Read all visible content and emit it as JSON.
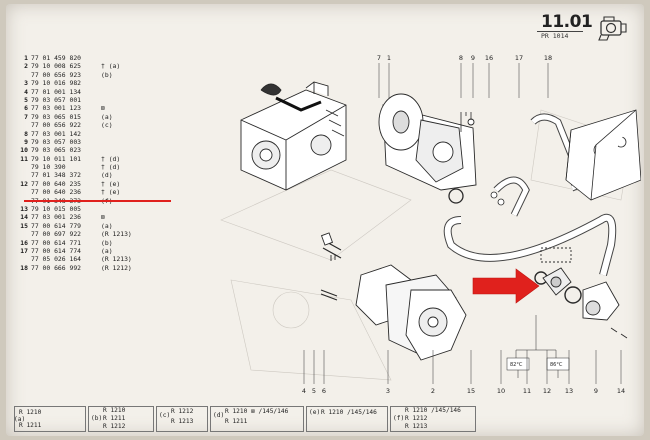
{
  "header": {
    "page_number": "11.01",
    "subtitle": "PR 1014"
  },
  "parts_list": [
    {
      "ref": "1",
      "pn": "77 01 459 820",
      "note": ""
    },
    {
      "ref": "2",
      "pn": "79 10 008 625",
      "note": "† (a)"
    },
    {
      "ref": "",
      "pn": "77 00 656 923",
      "note": "(b)"
    },
    {
      "ref": "3",
      "pn": "79 10 016 982",
      "note": ""
    },
    {
      "ref": "4",
      "pn": "77 01 001 134",
      "note": ""
    },
    {
      "ref": "5",
      "pn": "79 03 057 001",
      "note": ""
    },
    {
      "ref": "6",
      "pn": "77 03 001 123",
      "note": "⊠"
    },
    {
      "ref": "7",
      "pn": "79 03 065 015",
      "note": "(a)"
    },
    {
      "ref": "",
      "pn": "77 00 656 922",
      "note": "(c)"
    },
    {
      "ref": "8",
      "pn": "77 03 001 142",
      "note": ""
    },
    {
      "ref": "9",
      "pn": "79 03 057 003",
      "note": ""
    },
    {
      "ref": "10",
      "pn": "79 03 065 023",
      "note": ""
    },
    {
      "ref": "11",
      "pn": "79 10 011 101",
      "note": "† (d)"
    },
    {
      "ref": "",
      "pn": "79 10 390 ",
      "note": "† (d)"
    },
    {
      "ref": "",
      "pn": "77 01 348 372",
      "note": "(d)"
    },
    {
      "ref": "12",
      "pn": "77 00 640 235",
      "note": "† (e)"
    },
    {
      "ref": "",
      "pn": "77 00 640 236",
      "note": "† (e)"
    },
    {
      "ref": "",
      "pn": "77 01 348 373",
      "note": "(f)"
    },
    {
      "ref": "13",
      "pn": "79 10 015 005",
      "note": ""
    },
    {
      "ref": "14",
      "pn": "77 03 001 236",
      "note": "⊠"
    },
    {
      "ref": "15",
      "pn": "77 00 614 779",
      "note": "(a)"
    },
    {
      "ref": "",
      "pn": "77 00 697 922",
      "note": "(R 1213)"
    },
    {
      "ref": "16",
      "pn": "77 00 614 771",
      "note": "(b)"
    },
    {
      "ref": "17",
      "pn": "77 00 614 774",
      "note": "(a)"
    },
    {
      "ref": "",
      "pn": "77 05 026 164",
      "note": "(R 1213)"
    },
    {
      "ref": "18",
      "pn": "77 00 666 992",
      "note": "(R 1212)"
    }
  ],
  "callouts_top": [
    "7",
    "1",
    "8",
    "9",
    "16",
    "17",
    "18"
  ],
  "callouts_bottom": [
    "4",
    "5",
    "6",
    "3",
    "2",
    "15",
    "10",
    "11",
    "12",
    "13",
    "9",
    "14"
  ],
  "thermostat_temps": [
    "82°C",
    "86°C"
  ],
  "footer": {
    "a": {
      "tag": "(a)",
      "lines": [
        "R 1210",
        "R 1211"
      ]
    },
    "b": {
      "tag": "(b)",
      "lines": [
        "R 1210",
        "R 1211",
        "R 1212"
      ]
    },
    "c": {
      "tag": "(c)",
      "lines": [
        "R 1212",
        "R 1213"
      ]
    },
    "d": {
      "tag": "(d)",
      "lines": [
        "R 1210 ⊠ /145/146",
        "R 1211"
      ]
    },
    "e": {
      "tag": "(e)",
      "lines": [
        "R 1210 /145/146"
      ]
    },
    "f": {
      "tag": "(f)",
      "lines": [
        "R 1210 /145/146",
        "R 1212",
        "R 1213"
      ]
    }
  },
  "colors": {
    "highlight_red": "#e0211d",
    "paper": "#f3f0ea",
    "ink": "#222222"
  },
  "icons": {
    "engine": "engine-icon",
    "arrow": "red-arrow-icon"
  }
}
